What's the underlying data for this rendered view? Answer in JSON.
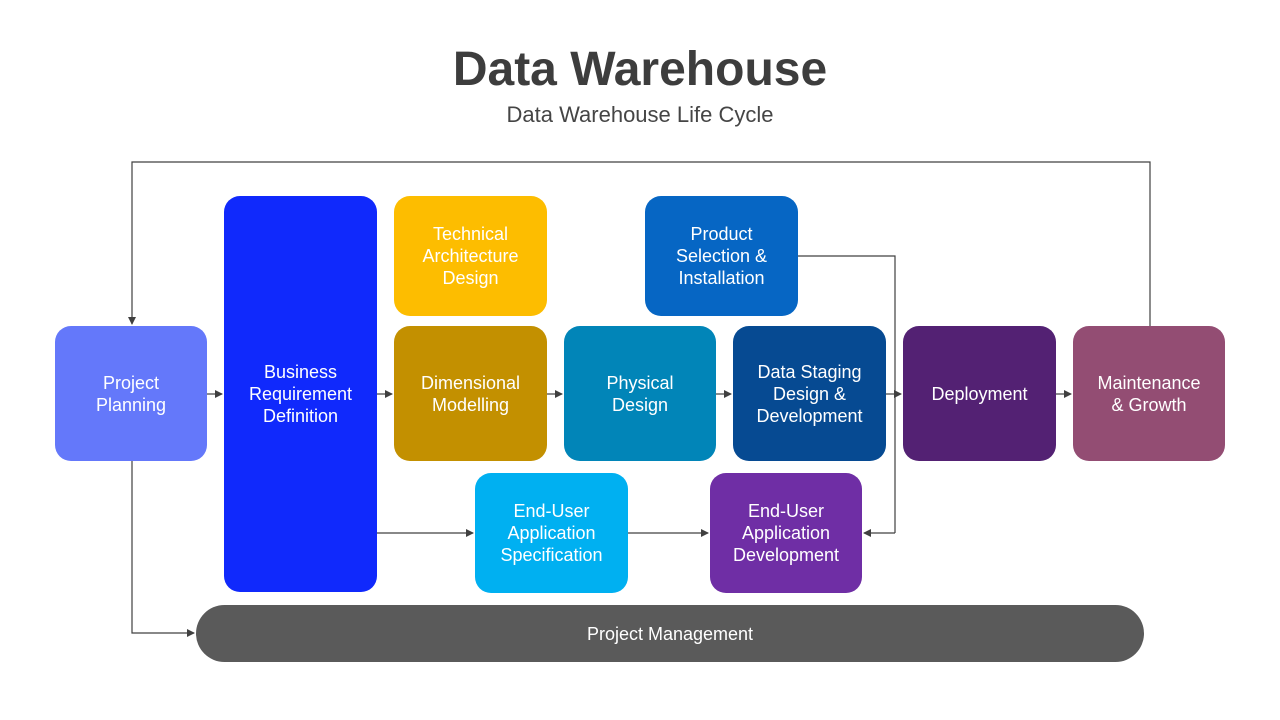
{
  "header": {
    "title": "Data Warehouse",
    "subtitle": "Data Warehouse Life Cycle"
  },
  "colors": {
    "project_planning": "#6478fa",
    "business_requirement": "#1029fc",
    "technical_architecture": "#fdbd00",
    "product_selection": "#0666c4",
    "dimensional_modelling": "#c39000",
    "physical_design": "#0185b8",
    "data_staging": "#064a92",
    "deployment": "#532173",
    "maintenance": "#934d73",
    "end_user_spec": "#00b0f1",
    "end_user_dev": "#6f2ea5",
    "project_management": "#5a5a5a",
    "connector": "#404040"
  },
  "nodes": {
    "project_planning": {
      "lines": [
        "Project",
        "Planning"
      ]
    },
    "business_requirement": {
      "lines": [
        "Business",
        "Requirement",
        "Definition"
      ]
    },
    "technical_architecture": {
      "lines": [
        "Technical",
        "Architecture",
        "Design"
      ]
    },
    "product_selection": {
      "lines": [
        "Product",
        "Selection &",
        "Installation"
      ]
    },
    "dimensional_modelling": {
      "lines": [
        "Dimensional",
        "Modelling"
      ]
    },
    "physical_design": {
      "lines": [
        "Physical",
        "Design"
      ]
    },
    "data_staging": {
      "lines": [
        "Data Staging",
        "Design &",
        "Development"
      ]
    },
    "deployment": {
      "lines": [
        "Deployment"
      ]
    },
    "maintenance": {
      "lines": [
        "Maintenance",
        "& Growth"
      ]
    },
    "end_user_spec": {
      "lines": [
        "End-User",
        "Application",
        "Specification"
      ]
    },
    "end_user_dev": {
      "lines": [
        "End-User",
        "Application",
        "Development"
      ]
    },
    "project_management": {
      "lines": [
        "Project Management"
      ]
    }
  }
}
